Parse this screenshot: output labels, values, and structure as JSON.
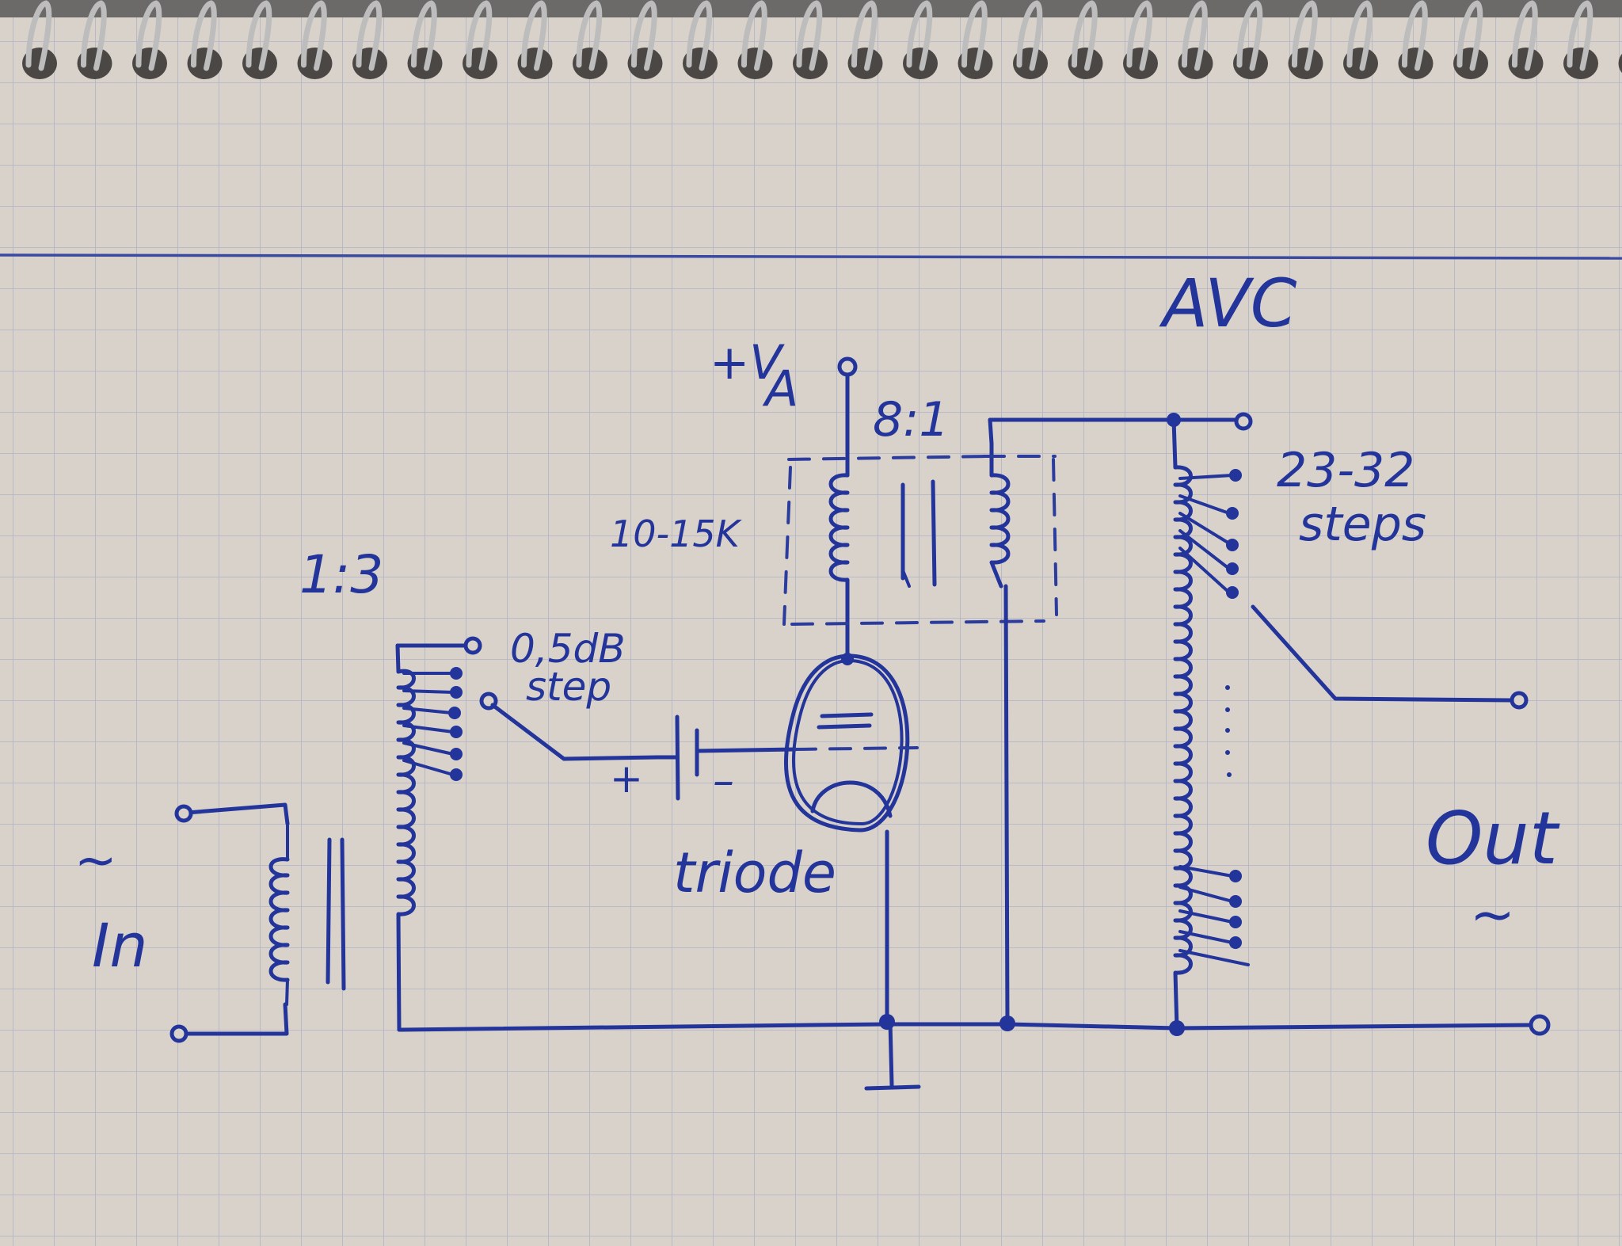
{
  "labels": {
    "avc": "AVC",
    "supply": "+V",
    "supply_sub": "A",
    "output_ratio": "8:1",
    "resistance": "10-15K",
    "input_ratio": "1:3",
    "step_db": "0,5dB",
    "step_word": "step",
    "steps_range": "23-32",
    "steps_word": "steps",
    "plus": "+",
    "minus": "–",
    "tube": "triode",
    "input": "In",
    "output": "Out",
    "ac_symbol": "~"
  },
  "colors": {
    "ink": "#23349a",
    "paper": "#d9d2cb",
    "grid": "#8e96c4",
    "margin_line": "#3a4aa0",
    "spiral_wire": "#bdbdbd"
  }
}
